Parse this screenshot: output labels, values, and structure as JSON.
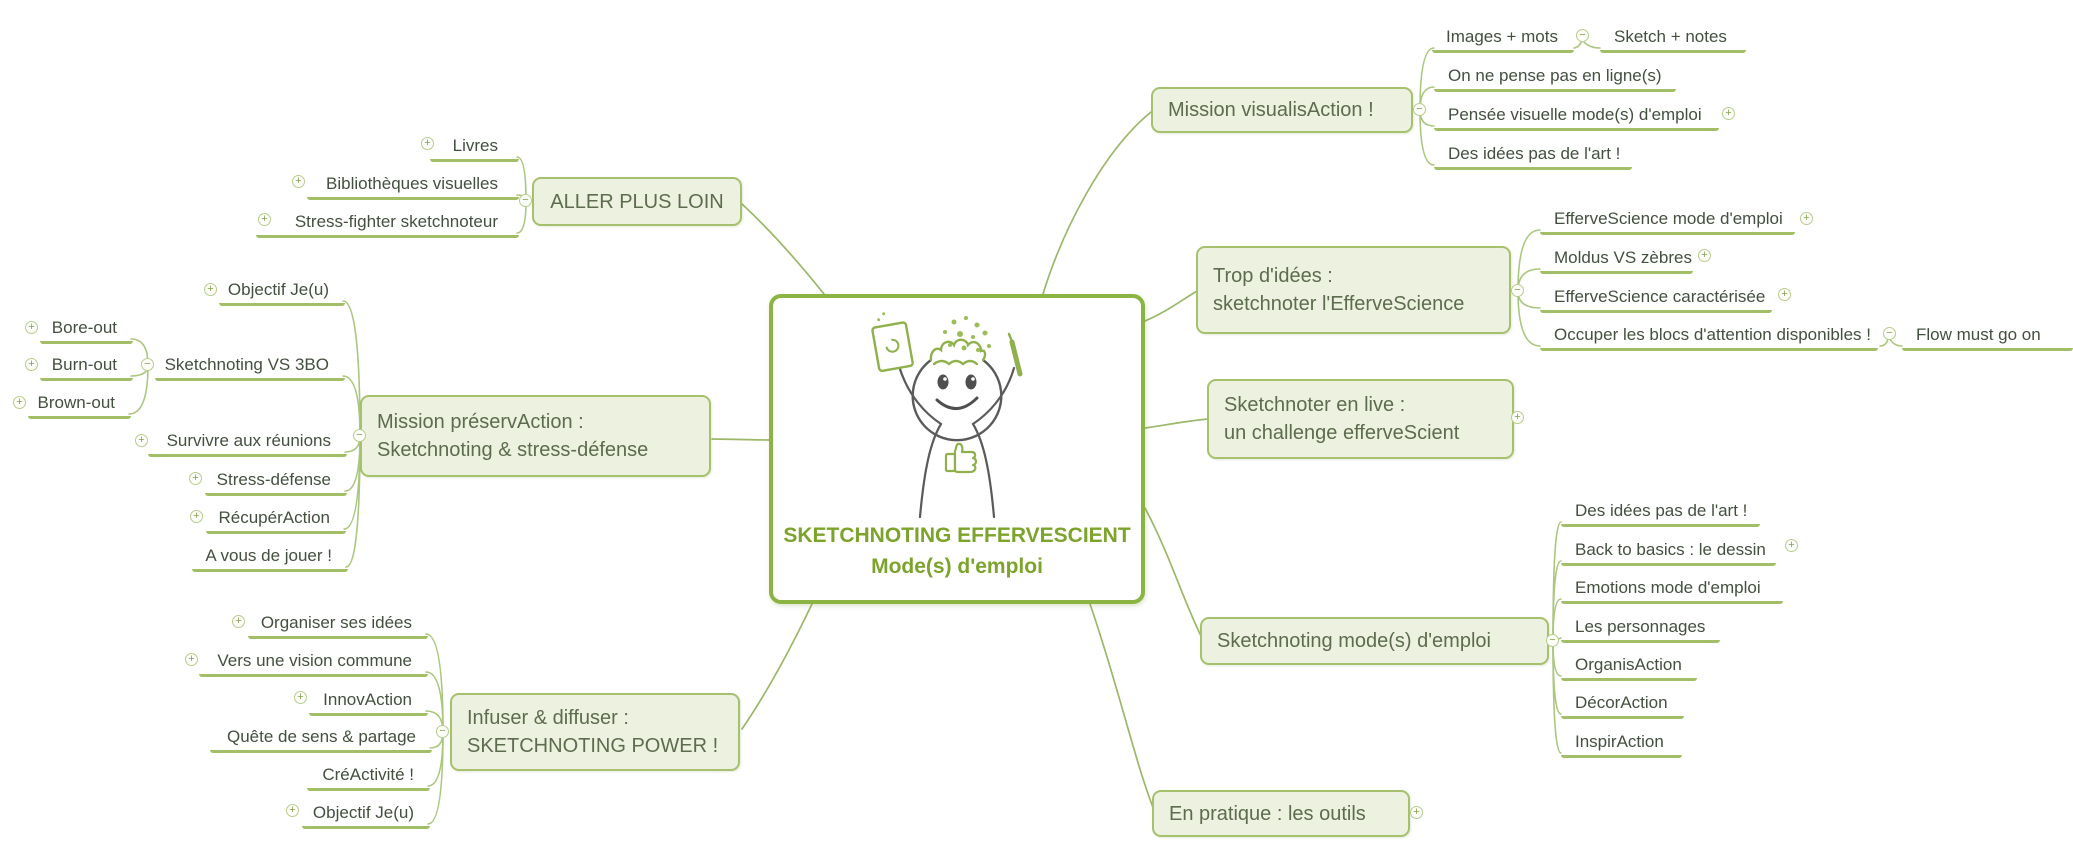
{
  "center": {
    "title_line1": "SKETCHNOTING EFFERVESCIENT",
    "title_line2": "Mode(s) d'emploi"
  },
  "icons": {
    "plus": "+",
    "minus": "−"
  },
  "colors": {
    "branch_line": "#a2bf67",
    "box_border": "#a6c16d",
    "box_fill": "#edf2e0",
    "center_border": "#8cb442",
    "title_text": "#7ca32b",
    "leaf_text": "#44503f"
  },
  "branches": {
    "mission_visualisaction": {
      "label": "Mission visualisAction !",
      "children": {
        "images_mots": "Images + mots",
        "sketch_notes": "Sketch + notes",
        "on_ne_pense": "On ne pense pas en ligne(s)",
        "pensee_visuelle": "Pensée visuelle mode(s) d'emploi",
        "des_idees": "Des idées pas de l'art !"
      }
    },
    "trop_didees": {
      "label_line1": "Trop d'idées :",
      "label_line2": "sketchnoter l'EfferveScience",
      "children": {
        "effervescience_mode": "EfferveScience mode d'emploi",
        "moldus": "Moldus VS zèbres",
        "effervescience_caracterisee": "EfferveScience caractérisée",
        "occuper": "Occuper les blocs d'attention disponibles !",
        "flow": "Flow must go on"
      }
    },
    "sketchnoter_live": {
      "label_line1": "Sketchnoter en live :",
      "label_line2": "un challenge efferveScient"
    },
    "sketchnoting_mode": {
      "label": "Sketchnoting mode(s) d'emploi",
      "children": {
        "des_idees": "Des idées pas de l'art !",
        "back_to_basics": "Back to basics : le dessin",
        "emotions": "Emotions mode d'emploi",
        "personnages": "Les personnages",
        "organisaction": "OrganisAction",
        "decoraction": "DécorAction",
        "inspiraction": "InspirAction"
      }
    },
    "en_pratique": {
      "label": "En pratique : les outils"
    },
    "aller_plus_loin": {
      "label": "ALLER PLUS LOIN",
      "children": {
        "livres": "Livres",
        "bibliotheques": "Bibliothèques visuelles",
        "stress_fighter": "Stress-fighter sketchnoteur"
      }
    },
    "mission_preservaction": {
      "label_line1": "Mission préservAction :",
      "label_line2": "Sketchnoting & stress-défense",
      "children": {
        "objectif_jeu": "Objectif Je(u)",
        "sketchnoting_vs_3bo": "Sketchnoting VS 3BO",
        "bore_out": "Bore-out",
        "burn_out": "Burn-out",
        "brown_out": "Brown-out",
        "survivre": "Survivre aux réunions",
        "stress_defense": "Stress-défense",
        "recuperaction": "RécupérAction",
        "a_vous": "A vous de jouer !"
      }
    },
    "infuser_diffuser": {
      "label_line1": "Infuser & diffuser :",
      "label_line2": "SKETCHNOTING POWER !",
      "children": {
        "organiser": "Organiser ses idées",
        "vision_commune": "Vers une vision commune",
        "innovaction": "InnovAction",
        "quete": "Quête de sens & partage",
        "creactivite": "CréActivité !",
        "objectif_jeu": "Objectif Je(u)"
      }
    }
  }
}
